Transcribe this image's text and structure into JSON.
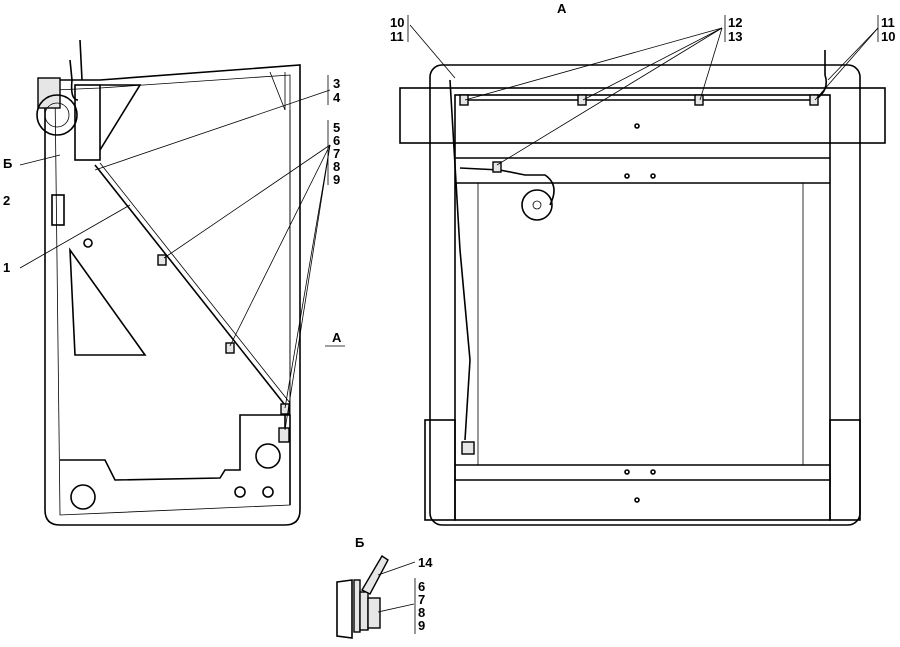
{
  "left_view": {
    "labels": {
      "l3": "3",
      "l4": "4",
      "l5": "5",
      "l6": "6",
      "l7": "7",
      "l8": "8",
      "l9": "9",
      "lB": "Б",
      "l2": "2",
      "l1": "1",
      "lA": "А"
    }
  },
  "right_view": {
    "title": "А",
    "labels": {
      "a10": "10",
      "a11": "11",
      "b12": "12",
      "b13": "13",
      "c11": "11",
      "c10": "10"
    }
  },
  "detail_view": {
    "title": "Б",
    "labels": {
      "d14": "14",
      "d6": "6",
      "d7": "7",
      "d8": "8",
      "d9": "9"
    }
  }
}
